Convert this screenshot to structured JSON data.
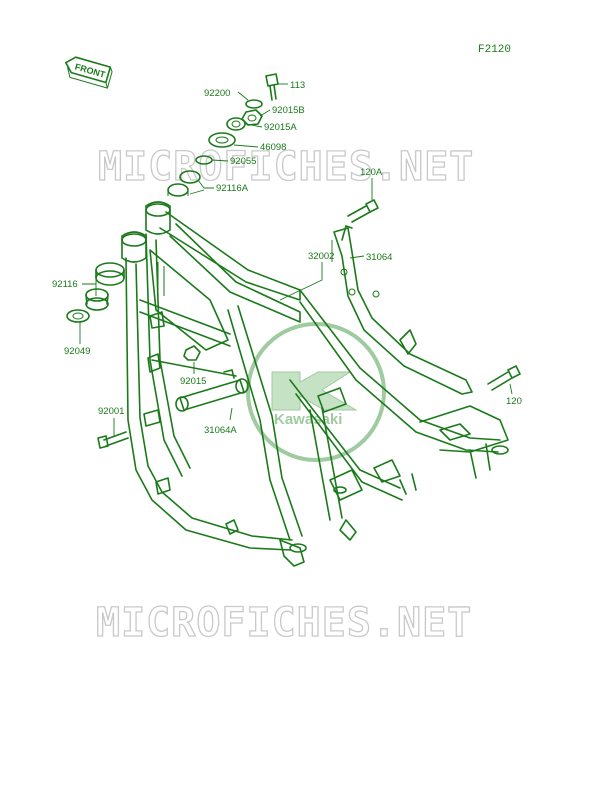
{
  "page_code": "F2120",
  "front_badge": "FRONT",
  "watermark_text": "MICROFICHES.NET",
  "logo_text": "Kawasaki",
  "colors": {
    "line": "#1a7a1a",
    "watermark": "#c9c9c9",
    "logo": "#2e8b2e"
  },
  "labels": {
    "p113": "113",
    "p92200": "92200",
    "p92015B": "92015B",
    "p92015A": "92015A",
    "p46098": "46098",
    "p92055": "92055",
    "p92116A": "92116A",
    "p120A": "120A",
    "p32002": "32002",
    "p31064": "31064",
    "p92116": "92116",
    "p92049": "92049",
    "p92015": "92015",
    "p92001": "92001",
    "p31064A": "31064A",
    "p120": "120"
  }
}
